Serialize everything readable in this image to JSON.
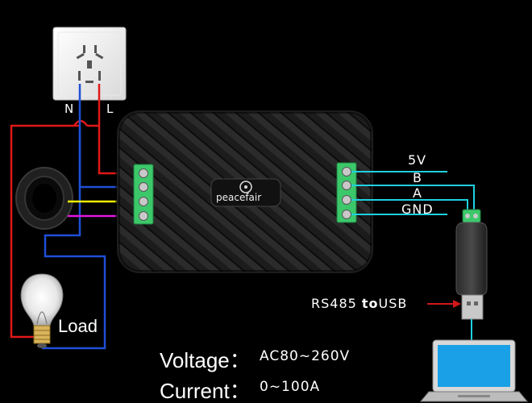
{
  "outlet": {
    "neutral_label": "N",
    "live_label": "L"
  },
  "meter": {
    "brand": "peacefair"
  },
  "rs485": {
    "pins": [
      "5V",
      "B",
      "A",
      "GND"
    ],
    "converter_label_prefix": "RS485 ",
    "converter_label_to": "to",
    "converter_label_suffix": "USB"
  },
  "load": {
    "label": "Load"
  },
  "specs": {
    "voltage_label": "Voltage：",
    "voltage_value": "AC80~260V",
    "current_label": "Current：",
    "current_value": "0~100A"
  },
  "colors": {
    "live": "#e01818",
    "neutral": "#1f4fd8",
    "yellow": "#f2f200",
    "magenta": "#e018e0",
    "cyan": "#1fd0e0",
    "terminal": "#3cc86a"
  }
}
